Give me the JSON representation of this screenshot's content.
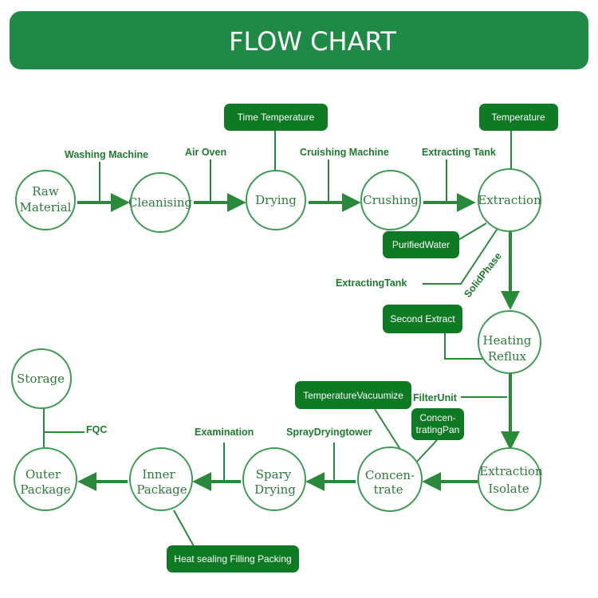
{
  "banner": {
    "title": "FLOW CHART"
  },
  "colors": {
    "green": "#1f8a45",
    "dark_green": "#0e7a23",
    "line": "#2a8a3c",
    "node_border": "#3d9b52"
  },
  "nodes": {
    "raw_material": {
      "line1": "Raw",
      "line2": "Material"
    },
    "cleansing": {
      "line1": "Cleanising"
    },
    "drying": {
      "line1": "Drying"
    },
    "crushing": {
      "line1": "Crushing"
    },
    "extraction": {
      "line1": "Extraction"
    },
    "heating_reflux": {
      "line1": "Heating",
      "line2": "Reflux"
    },
    "extraction_isolate": {
      "line1": "Extraction",
      "line2": "Isolate"
    },
    "concentrate": {
      "line1": "Concen-",
      "line2": "trate"
    },
    "spary_drying": {
      "line1": "Spary",
      "line2": "Drying"
    },
    "inner_package": {
      "line1": "Inner",
      "line2": "Package"
    },
    "outer_package": {
      "line1": "Outer",
      "line2": "Package"
    },
    "storage": {
      "line1": "Storage"
    }
  },
  "tools": {
    "washing_machine": "Washing Machine",
    "air_oven": "Air Oven",
    "cruishing_machine": "Cruishing Machine",
    "extracting_tank": "Extracting Tank",
    "extracting_tank_2": "ExtractingTank",
    "solid_phase": "SolidPhase",
    "filter_unit": "FilterUnit",
    "spray_drying_tower": "SprayDryingtower",
    "examination": "Examination",
    "fqc": "FQC"
  },
  "boxes": {
    "time_temperature": "Time Temperature",
    "temperature": "Temperature",
    "purified_water": "PurifiedWater",
    "second_extract": "Second Extract",
    "temperature_vacuumize": "TemperatureVacuumize",
    "concentrating_pan_1": "Concen-",
    "concentrating_pan_2": "tratingPan",
    "heat_sealing": "Heat sealing Filling Packing"
  }
}
